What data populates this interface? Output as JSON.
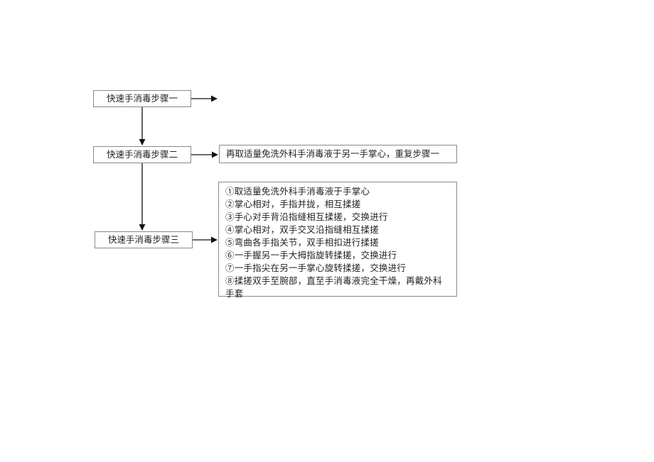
{
  "steps": [
    {
      "label": "快速手消毒步骤一"
    },
    {
      "label": "快速手消毒步骤二"
    },
    {
      "label": "快速手消毒步骤三"
    }
  ],
  "step2_note": "再取适量免洗外科手消毒液于另一手掌心，重复步骤一",
  "step3_note": {
    "lines": [
      "①取适量免洗外科手消毒液于手掌心",
      "②掌心相对，手指并拢，相互揉搓",
      "③手心对手背沿指缝相互揉搓，交换进行",
      "④掌心相对，双手交叉沿指缝相互揉搓",
      "⑤弯曲各手指关节，双手相扣进行揉搓",
      "⑥一手握另一手大拇指旋转揉搓，交换进行",
      "⑦一手指尖在另一手掌心旋转揉搓，交换进行",
      "⑧揉搓双手至腕部，直至手消毒液完全干燥，再戴外科",
      "手套"
    ]
  },
  "colors": {
    "border": "#8a8a8a",
    "arrow": "#111111",
    "text": "#222222"
  }
}
